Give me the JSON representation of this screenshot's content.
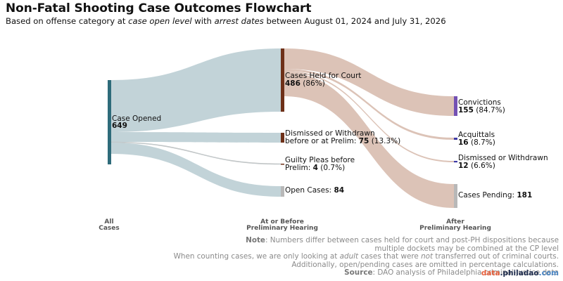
{
  "header": {
    "title": "Non-Fatal Shooting Case Outcomes Flowchart",
    "subtitle_pre": "Based on offense category at ",
    "subtitle_em1": "case open level",
    "subtitle_mid": " with ",
    "subtitle_em2": "arrest dates",
    "subtitle_post": " between August 01, 2024 and July 31, 2026"
  },
  "flow": {
    "nodes": [
      {
        "id": "opened",
        "label": "Case Opened",
        "value": 649,
        "value_text": "649",
        "pct": "",
        "color": "#2e6b7a"
      },
      {
        "id": "held",
        "label": "Cases Held for Court",
        "value": 486,
        "value_text": "486",
        "pct": "(86%)",
        "color": "#6e3018"
      },
      {
        "id": "dismissed_prelim",
        "label_line1": "Dismissed or Withdrawn",
        "label_line2": "before or at Prelim:",
        "value": 75,
        "value_text": "75",
        "pct": "(13.3%)",
        "color": "#6e3018"
      },
      {
        "id": "guilty_prelim",
        "label_line1": "Guilty Pleas before",
        "label_line2": "Prelim:",
        "value": 4,
        "value_text": "4",
        "pct": "(0.7%)",
        "color": "#6e3018"
      },
      {
        "id": "open",
        "label": "Open Cases:",
        "value": 84,
        "value_text": "84",
        "pct": "",
        "color": "#b8b8b8"
      },
      {
        "id": "convictions",
        "label": "Convictions",
        "value": 155,
        "value_text": "155",
        "pct": "(84.7%)",
        "color": "#7351b3"
      },
      {
        "id": "acquittals",
        "label": "Acquittals",
        "value": 16,
        "value_text": "16",
        "pct": "(8.7%)",
        "color": "#3e3aa6"
      },
      {
        "id": "dismissed_post",
        "label": "Dismissed or Withdrawn",
        "value": 12,
        "value_text": "12",
        "pct": "(6.6%)",
        "color": "#3e3aa6"
      },
      {
        "id": "pending",
        "label": "Cases Pending:",
        "value": 181,
        "value_text": "181",
        "pct": "",
        "color": "#b8b8b8"
      }
    ],
    "links": [
      {
        "source": "opened",
        "target": "held",
        "value": 486
      },
      {
        "source": "opened",
        "target": "dismissed_prelim",
        "value": 75
      },
      {
        "source": "opened",
        "target": "guilty_prelim",
        "value": 4
      },
      {
        "source": "opened",
        "target": "open",
        "value": 84
      },
      {
        "source": "held",
        "target": "convictions",
        "value": 155
      },
      {
        "source": "held",
        "target": "acquittals",
        "value": 16
      },
      {
        "source": "held",
        "target": "dismissed_post",
        "value": 12
      },
      {
        "source": "held",
        "target": "pending",
        "value": 181
      }
    ],
    "link_colors": {
      "stage1": "#c2d3d8",
      "stage2": "#dcc3b7"
    }
  },
  "stages": [
    {
      "line1": "All",
      "line2": "Cases"
    },
    {
      "line1": "At or Before",
      "line2": "Preliminary Hearing"
    },
    {
      "line1": "After",
      "line2": "Preliminary Hearing"
    }
  ],
  "notes": {
    "note_label": "Note",
    "note_line1": ": Numbers differ between cases held for court and post-PH dispositions because",
    "note_line2": "multiple dockets may be combined at the CP level",
    "note_line3_pre": "When counting cases, we are only looking at ",
    "note_line3_em1": "adult",
    "note_line3_mid": " cases that were ",
    "note_line3_em2": "not",
    "note_line3_post": " transferred out of criminal courts.",
    "note_line4": "Additionally, open/pending cases are omitted in percentage calculations.",
    "source_label": "Source",
    "source_text": ": DAO analysis of Philadelphia criminal-justice data"
  },
  "brand": {
    "part1": "data",
    "part2": ".philadao",
    "part3": ".com"
  }
}
